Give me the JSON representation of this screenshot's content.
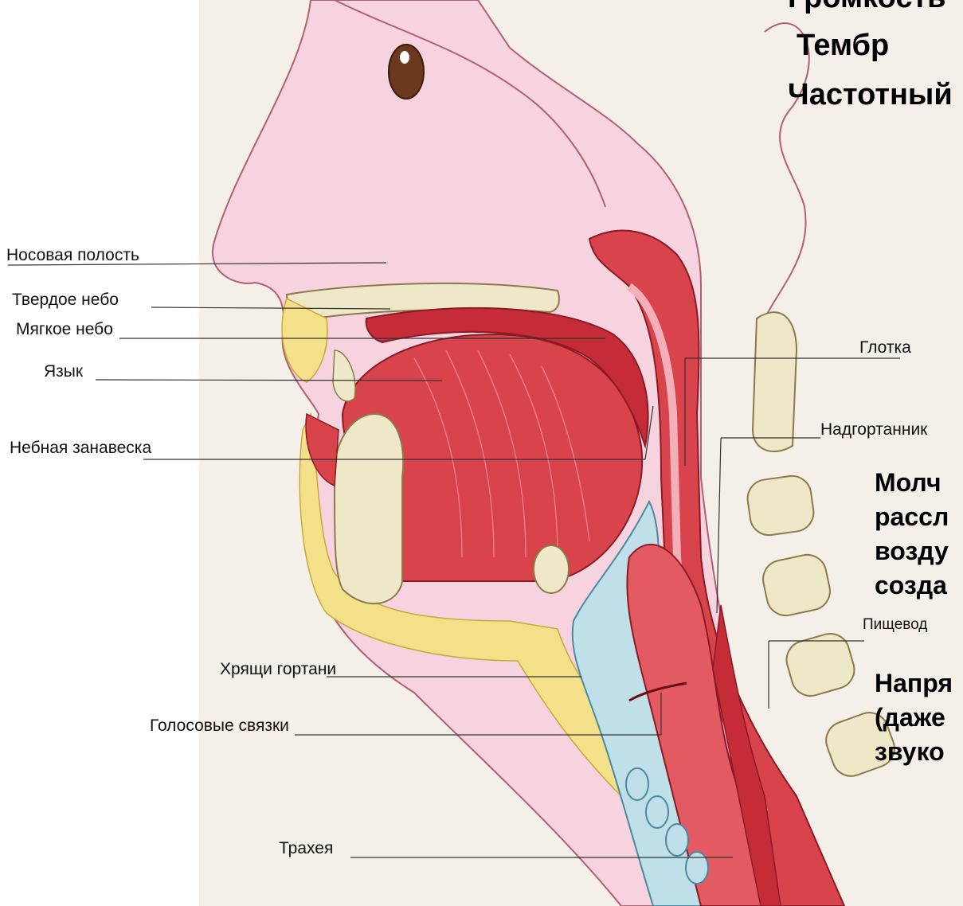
{
  "heading": {
    "line1": "Громкость",
    "line2": "Тембр",
    "line3": "Частотный"
  },
  "labels": {
    "nasal_cavity": "Носовая полость",
    "hard_palate": "Твердое небо",
    "soft_palate": "Мягкое небо",
    "tongue": "Язык",
    "velum": "Небная занавеска",
    "larynx_cartilage": "Хрящи гортани",
    "vocal_cords": "Голосовые связки",
    "trachea": "Трахея",
    "pharynx": "Глотка",
    "epiglottis": "Надгортанник",
    "esophagus": "Пищевод"
  },
  "notes": {
    "silence_1": "Молч",
    "silence_2": "рассл",
    "silence_3": "возду",
    "silence_4": "созда",
    "tension_1": "Напря",
    "tension_2": "(даже",
    "tension_3": "звуко"
  },
  "colors": {
    "skin": "#f6d3df",
    "muscle": "#d9434b",
    "muscle_dark": "#b8202c",
    "bone": "#efe8c8",
    "fat": "#f5e08a",
    "airway": "#bfe0e8"
  }
}
